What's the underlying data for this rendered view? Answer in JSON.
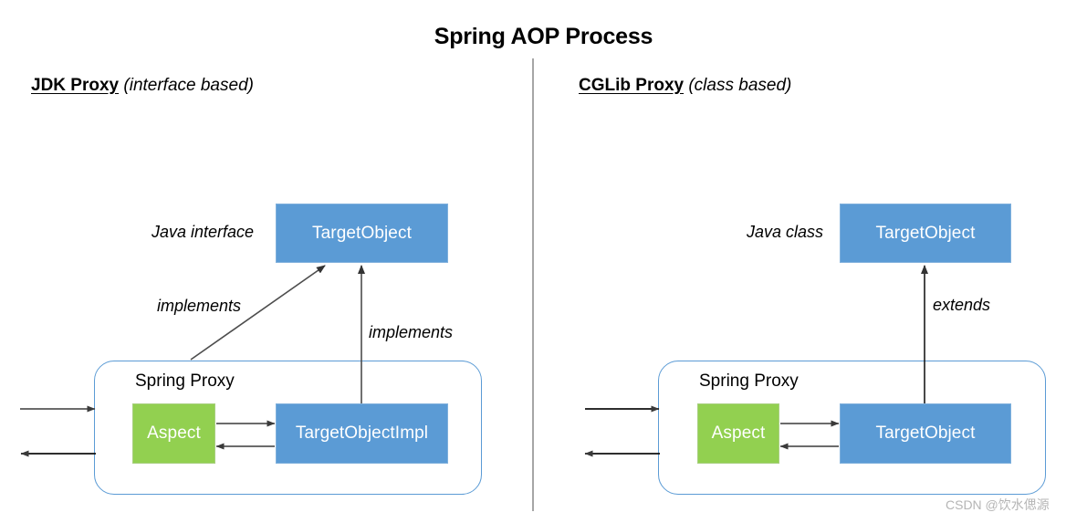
{
  "title": "Spring AOP Process",
  "panels": {
    "jdk": {
      "heading_main": "JDK Proxy",
      "heading_sub": "(interface based)",
      "type_label": "Java interface",
      "top_node": "TargetObject",
      "relation_diagonal": "implements",
      "relation_vertical": "implements",
      "proxy_title": "Spring Proxy",
      "aspect_node": "Aspect",
      "target_node": "TargetObjectImpl"
    },
    "cglib": {
      "heading_main": "CGLib Proxy",
      "heading_sub": "(class based)",
      "type_label": "Java class",
      "top_node": "TargetObject",
      "relation_vertical": "extends",
      "proxy_title": "Spring Proxy",
      "aspect_node": "Aspect",
      "target_node": "TargetObject"
    }
  },
  "watermark": "CSDN @饮水偲源",
  "colors": {
    "node_blue": "#5b9bd5",
    "node_green": "#92d050",
    "proxy_border": "#5b9bd5",
    "divider": "#a6a6a6",
    "arrow": "#404040",
    "watermark": "#b5b5b5"
  }
}
